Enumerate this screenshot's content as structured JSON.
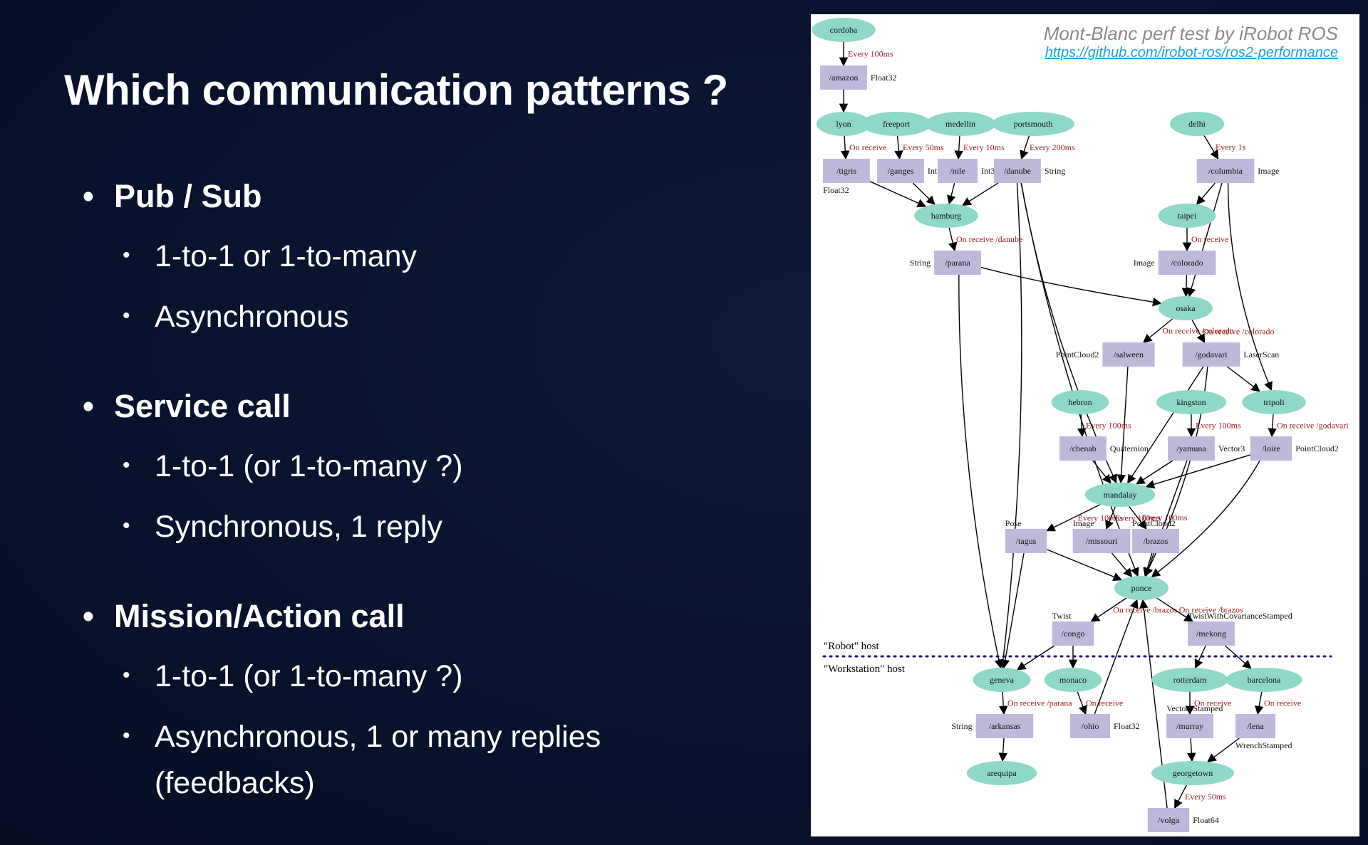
{
  "slide": {
    "title": "Which communication patterns ?",
    "sections": [
      {
        "heading": "Pub / Sub",
        "items": [
          "1-to-1 or 1-to-many",
          "Asynchronous"
        ]
      },
      {
        "heading": "Service call",
        "items": [
          "1-to-1 (or 1-to-many ?)",
          "Synchronous, 1 reply"
        ]
      },
      {
        "heading": "Mission/Action call",
        "items": [
          "1-to-1 (or 1-to-many ?)",
          "Asynchronous, 1 or many replies",
          "(feedbacks)"
        ]
      }
    ]
  },
  "diagram": {
    "credit_title": "Mont-Blanc perf test by iRobot ROS",
    "credit_link": "https://github.com/irobot-ros/ros2-performance",
    "host_labels": {
      "robot": "\"Robot\" host",
      "workstation": "\"Workstation\" host"
    },
    "colors": {
      "node_fill": "#8fd8c8",
      "topic_fill": "#bcb9da",
      "edge_label": "#9b1b1b",
      "separator": "#1a1a6e"
    },
    "nodes": [
      {
        "id": "cordoba",
        "label": "cordoba",
        "kind": "node"
      },
      {
        "id": "amazon",
        "label": "/amazon",
        "kind": "topic",
        "type": "Float32"
      },
      {
        "id": "lyon",
        "label": "lyon",
        "kind": "node"
      },
      {
        "id": "freeport",
        "label": "freeport",
        "kind": "node"
      },
      {
        "id": "medellin",
        "label": "medellin",
        "kind": "node"
      },
      {
        "id": "portsmouth",
        "label": "portsmouth",
        "kind": "node"
      },
      {
        "id": "delhi",
        "label": "delhi",
        "kind": "node"
      },
      {
        "id": "tigris",
        "label": "/tigris",
        "kind": "topic",
        "type": "Float32"
      },
      {
        "id": "ganges",
        "label": "/ganges",
        "kind": "topic",
        "type": "Int64"
      },
      {
        "id": "nile",
        "label": "/nile",
        "kind": "topic",
        "type": "Int32"
      },
      {
        "id": "danube",
        "label": "/danube",
        "kind": "topic",
        "type": "String"
      },
      {
        "id": "columbia",
        "label": "/columbia",
        "kind": "topic",
        "type": "Image"
      },
      {
        "id": "hamburg",
        "label": "hamburg",
        "kind": "node"
      },
      {
        "id": "taipei",
        "label": "taipei",
        "kind": "node"
      },
      {
        "id": "parana",
        "label": "/parana",
        "kind": "topic",
        "type": "String"
      },
      {
        "id": "colorado",
        "label": "/colorado",
        "kind": "topic",
        "type": "Image"
      },
      {
        "id": "osaka",
        "label": "osaka",
        "kind": "node"
      },
      {
        "id": "salween",
        "label": "/salween",
        "kind": "topic",
        "type": "PointCloud2"
      },
      {
        "id": "godavari",
        "label": "/godavari",
        "kind": "topic",
        "type": "LaserScan"
      },
      {
        "id": "hebron",
        "label": "hebron",
        "kind": "node"
      },
      {
        "id": "kingston",
        "label": "kingston",
        "kind": "node"
      },
      {
        "id": "tripoli",
        "label": "tripoli",
        "kind": "node"
      },
      {
        "id": "chenab",
        "label": "/chenab",
        "kind": "topic",
        "type": "Quaternion"
      },
      {
        "id": "yamuna",
        "label": "/yamuna",
        "kind": "topic",
        "type": "Vector3"
      },
      {
        "id": "loire",
        "label": "/loire",
        "kind": "topic",
        "type": "PointCloud2"
      },
      {
        "id": "mandalay",
        "label": "mandalay",
        "kind": "node"
      },
      {
        "id": "tagus",
        "label": "/tagus",
        "kind": "topic",
        "type": "Pose"
      },
      {
        "id": "missouri",
        "label": "/missouri",
        "kind": "topic",
        "type": "Image"
      },
      {
        "id": "brazos",
        "label": "/brazos",
        "kind": "topic",
        "type": "PointCloud2"
      },
      {
        "id": "ponce",
        "label": "ponce",
        "kind": "node"
      },
      {
        "id": "congo",
        "label": "/congo",
        "kind": "topic",
        "type": "Twist"
      },
      {
        "id": "mekong",
        "label": "/mekong",
        "kind": "topic",
        "type": "TwistWithCovarianceStamped"
      },
      {
        "id": "geneva",
        "label": "geneva",
        "kind": "node"
      },
      {
        "id": "monaco",
        "label": "monaco",
        "kind": "node"
      },
      {
        "id": "rotterdam",
        "label": "rotterdam",
        "kind": "node"
      },
      {
        "id": "barcelona",
        "label": "barcelona",
        "kind": "node"
      },
      {
        "id": "arkansas",
        "label": "/arkansas",
        "kind": "topic",
        "type": "String"
      },
      {
        "id": "ohio",
        "label": "/ohio",
        "kind": "topic",
        "type": "Float32"
      },
      {
        "id": "murray",
        "label": "/murray",
        "kind": "topic",
        "type": "Vector3Stamped"
      },
      {
        "id": "lena",
        "label": "/lena",
        "kind": "topic",
        "type": "WrenchStamped"
      },
      {
        "id": "arequipa",
        "label": "arequipa",
        "kind": "node"
      },
      {
        "id": "georgetown",
        "label": "georgetown",
        "kind": "node"
      },
      {
        "id": "volga",
        "label": "/volga",
        "kind": "topic",
        "type": "Float64"
      }
    ],
    "edges": [
      {
        "from": "cordoba",
        "to": "amazon",
        "label": "Every 100ms"
      },
      {
        "from": "amazon",
        "to": "lyon",
        "label": ""
      },
      {
        "from": "lyon",
        "to": "tigris",
        "label": "On receive"
      },
      {
        "from": "freeport",
        "to": "ganges",
        "label": "Every 50ms"
      },
      {
        "from": "medellin",
        "to": "nile",
        "label": "Every 10ms"
      },
      {
        "from": "portsmouth",
        "to": "danube",
        "label": "Every 200ms"
      },
      {
        "from": "delhi",
        "to": "columbia",
        "label": "Every 1s"
      },
      {
        "from": "tigris",
        "to": "hamburg",
        "label": ""
      },
      {
        "from": "ganges",
        "to": "hamburg",
        "label": ""
      },
      {
        "from": "nile",
        "to": "hamburg",
        "label": ""
      },
      {
        "from": "danube",
        "to": "hamburg",
        "label": ""
      },
      {
        "from": "hamburg",
        "to": "parana",
        "label": "On receive /danube"
      },
      {
        "from": "columbia",
        "to": "taipei",
        "label": ""
      },
      {
        "from": "taipei",
        "to": "colorado",
        "label": "On receive"
      },
      {
        "from": "parana",
        "to": "osaka",
        "label": ""
      },
      {
        "from": "colorado",
        "to": "osaka",
        "label": ""
      },
      {
        "from": "columbia",
        "to": "osaka",
        "label": ""
      },
      {
        "from": "columbia",
        "to": "tripoli",
        "label": ""
      },
      {
        "from": "osaka",
        "to": "salween",
        "label": "On receive /colorado"
      },
      {
        "from": "osaka",
        "to": "godavari",
        "label": "On receive /colorado"
      },
      {
        "from": "godavari",
        "to": "tripoli",
        "label": ""
      },
      {
        "from": "hebron",
        "to": "chenab",
        "label": "Every 100ms"
      },
      {
        "from": "kingston",
        "to": "yamuna",
        "label": "Every 100ms"
      },
      {
        "from": "tripoli",
        "to": "loire",
        "label": "On receive /godavari"
      },
      {
        "from": "chenab",
        "to": "mandalay",
        "label": ""
      },
      {
        "from": "yamuna",
        "to": "mandalay",
        "label": ""
      },
      {
        "from": "loire",
        "to": "mandalay",
        "label": ""
      },
      {
        "from": "salween",
        "to": "mandalay",
        "label": ""
      },
      {
        "from": "godavari",
        "to": "mandalay",
        "label": ""
      },
      {
        "from": "danube",
        "to": "mandalay",
        "label": ""
      },
      {
        "from": "mandalay",
        "to": "tagus",
        "label": "Every 100ms"
      },
      {
        "from": "mandalay",
        "to": "missouri",
        "label": "Every 100ms"
      },
      {
        "from": "mandalay",
        "to": "brazos",
        "label": "Every 100ms"
      },
      {
        "from": "tagus",
        "to": "ponce",
        "label": ""
      },
      {
        "from": "missouri",
        "to": "ponce",
        "label": ""
      },
      {
        "from": "brazos",
        "to": "ponce",
        "label": ""
      },
      {
        "from": "danube",
        "to": "ponce",
        "label": ""
      },
      {
        "from": "godavari",
        "to": "ponce",
        "label": ""
      },
      {
        "from": "yamuna",
        "to": "ponce",
        "label": ""
      },
      {
        "from": "loire",
        "to": "ponce",
        "label": ""
      },
      {
        "from": "ponce",
        "to": "congo",
        "label": "On receive /brazos"
      },
      {
        "from": "ponce",
        "to": "mekong",
        "label": "On receive /brazos"
      },
      {
        "from": "parana",
        "to": "geneva",
        "label": ""
      },
      {
        "from": "danube",
        "to": "geneva",
        "label": ""
      },
      {
        "from": "tagus",
        "to": "geneva",
        "label": ""
      },
      {
        "from": "congo",
        "to": "geneva",
        "label": ""
      },
      {
        "from": "congo",
        "to": "monaco",
        "label": ""
      },
      {
        "from": "mekong",
        "to": "rotterdam",
        "label": ""
      },
      {
        "from": "mekong",
        "to": "barcelona",
        "label": ""
      },
      {
        "from": "geneva",
        "to": "arkansas",
        "label": "On receive /parana"
      },
      {
        "from": "monaco",
        "to": "ohio",
        "label": "On receive"
      },
      {
        "from": "ohio",
        "to": "ponce",
        "label": ""
      },
      {
        "from": "volga",
        "to": "ponce",
        "label": ""
      },
      {
        "from": "rotterdam",
        "to": "murray",
        "label": "On receive"
      },
      {
        "from": "barcelona",
        "to": "lena",
        "label": "On receive"
      },
      {
        "from": "arkansas",
        "to": "arequipa",
        "label": ""
      },
      {
        "from": "murray",
        "to": "georgetown",
        "label": ""
      },
      {
        "from": "lena",
        "to": "georgetown",
        "label": ""
      },
      {
        "from": "georgetown",
        "to": "volga",
        "label": "Every 50ms"
      }
    ]
  }
}
